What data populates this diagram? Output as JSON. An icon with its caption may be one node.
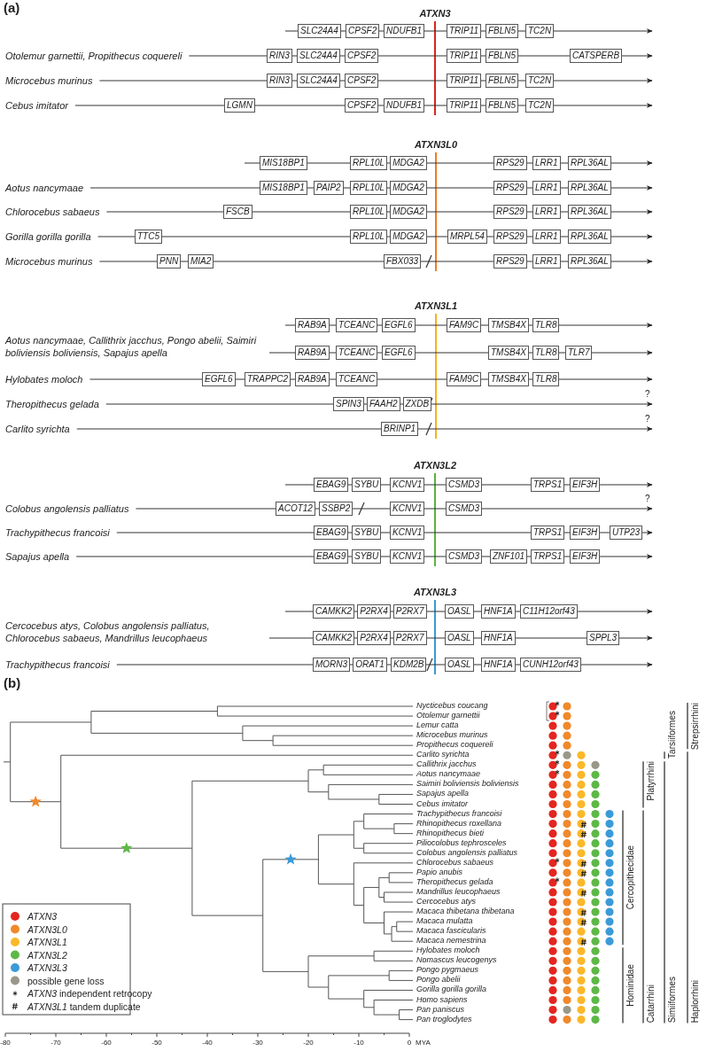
{
  "diagram": {
    "nodes": [
      {
        "text": [
          "SLC24A4"
        ]
      },
      {
        "text": [
          "CPSF2"
        ]
      },
      {
        "text": [
          "NDUFB1"
        ]
      },
      {
        "text": [
          "TRIP11"
        ]
      },
      {
        "text": [
          "FBLN5"
        ]
      },
      {
        "text": [
          "TC2N"
        ]
      },
      {
        "text": [
          "RIN3"
        ]
      },
      {
        "text": [
          "SLC24A4"
        ]
      },
      {
        "text": [
          "CPSF2"
        ]
      },
      {
        "text": [
          "TRIP11"
        ]
      },
      {
        "text": [
          "FBLN5"
        ]
      },
      {
        "text": [
          "CATSPERB"
        ]
      },
      {
        "text": [
          "RIN3"
        ]
      },
      {
        "text": [
          "SLC24A4"
        ]
      },
      {
        "text": [
          "CPSF2"
        ]
      },
      {
        "text": [
          "TRIP11"
        ]
      },
      {
        "text": [
          "FBLN5"
        ]
      },
      {
        "text": [
          "TC2N"
        ]
      },
      {
        "text": [
          "LGMN"
        ]
      },
      {
        "text": [
          "CPSF2"
        ]
      },
      {
        "text": [
          "NDUFB1"
        ]
      },
      {
        "text": [
          "TRIP11"
        ]
      },
      {
        "text": [
          "FBLN5"
        ]
      },
      {
        "text": [
          "TC2N"
        ]
      },
      {
        "text": [
          "MIS18BP1"
        ]
      },
      {
        "text": [
          "RPL10L"
        ]
      },
      {
        "text": [
          "MDGA2"
        ]
      },
      {
        "text": [
          "RPS29"
        ]
      },
      {
        "text": [
          "LRR1"
        ]
      },
      {
        "text": [
          "RPL36AL"
        ]
      },
      {
        "text": [
          "MIS18BP1"
        ]
      },
      {
        "text": [
          "PAIP2"
        ]
      },
      {
        "text": [
          "RPL10L"
        ]
      },
      {
        "text": [
          "MDGA2"
        ]
      },
      {
        "text": [
          "RPS29"
        ]
      },
      {
        "text": [
          "LRR1"
        ]
      },
      {
        "text": [
          "RPL36AL"
        ]
      },
      {
        "text": [
          "FSCB"
        ]
      },
      {
        "text": [
          "RPL10L"
        ]
      },
      {
        "text": [
          "MDGA2"
        ]
      },
      {
        "text": [
          "RPS29"
        ]
      },
      {
        "text": [
          "LRR1"
        ]
      },
      {
        "text": [
          "RPL36AL"
        ]
      },
      {
        "text": [
          "TTC5"
        ]
      },
      {
        "text": [
          "RPL10L"
        ]
      },
      {
        "text": [
          "MDGA2"
        ]
      },
      {
        "text": [
          "MRPL54"
        ]
      },
      {
        "text": [
          "RPS29"
        ]
      },
      {
        "text": [
          "LRR1"
        ]
      },
      {
        "text": [
          "RPL36AL"
        ]
      },
      {
        "text": [
          "PNN"
        ]
      },
      {
        "text": [
          "MIA2"
        ]
      },
      {
        "text": [
          "FBX033"
        ]
      },
      {
        "text": [
          "RPS29"
        ]
      },
      {
        "text": [
          "LRR1"
        ]
      },
      {
        "text": [
          "RPL36AL"
        ]
      },
      {
        "text": [
          "RAB9A"
        ]
      },
      {
        "text": [
          "TCEANC"
        ]
      },
      {
        "text": [
          "EGFL6"
        ]
      },
      {
        "text": [
          "FAM9C"
        ]
      },
      {
        "text": [
          "TMSB4X"
        ]
      },
      {
        "text": [
          "TLR8"
        ]
      },
      {
        "text": [
          "RAB9A"
        ]
      },
      {
        "text": [
          "TCEANC"
        ]
      },
      {
        "text": [
          "EGFL6"
        ]
      },
      {
        "text": [
          "TMSB4X"
        ]
      },
      {
        "text": [
          "TLR8"
        ]
      },
      {
        "text": [
          "TLR7"
        ]
      },
      {
        "text": [
          "EGFL6"
        ]
      },
      {
        "text": [
          "TRAPPC2"
        ]
      },
      {
        "text": [
          "RAB9A"
        ]
      },
      {
        "text": [
          "TCEANC"
        ]
      },
      {
        "text": [
          "FAM9C"
        ]
      },
      {
        "text": [
          "TMSB4X"
        ]
      },
      {
        "text": [
          "TLR8"
        ]
      },
      {
        "text": [
          "SPIN3"
        ]
      },
      {
        "text": [
          "FAAH2"
        ]
      },
      {
        "text": [
          "ZXDB"
        ]
      },
      {
        "text": [
          "BRINP1"
        ]
      },
      {
        "text": [
          "EBAG9"
        ]
      },
      {
        "text": [
          "SYBU"
        ]
      },
      {
        "text": [
          "KCNV1"
        ]
      },
      {
        "text": [
          "CSMD3"
        ]
      },
      {
        "text": [
          "TRPS1"
        ]
      },
      {
        "text": [
          "EIF3H"
        ]
      },
      {
        "text": [
          "ACOT12"
        ]
      },
      {
        "text": [
          "SSBP2"
        ]
      },
      {
        "text": [
          "KCNV1"
        ]
      },
      {
        "text": [
          "CSMD3"
        ]
      },
      {
        "text": [
          "EBAG9"
        ]
      },
      {
        "text": [
          "SYBU"
        ]
      },
      {
        "text": [
          "KCNV1"
        ]
      },
      {
        "text": [
          "TRPS1"
        ]
      },
      {
        "text": [
          "EIF3H"
        ]
      },
      {
        "text": [
          "UTP23"
        ]
      },
      {
        "text": [
          "EBAG9"
        ]
      },
      {
        "text": [
          "SYBU"
        ]
      },
      {
        "text": [
          "KCNV1"
        ]
      },
      {
        "text": [
          "CSMD3"
        ]
      },
      {
        "text": [
          "ZNF101"
        ]
      },
      {
        "text": [
          "TRPS1"
        ]
      },
      {
        "text": [
          "EIF3H"
        ]
      },
      {
        "text": [
          "CAMKK2"
        ]
      },
      {
        "text": [
          "P2RX4"
        ]
      },
      {
        "text": [
          "P2RX7"
        ]
      },
      {
        "text": [
          "OASL"
        ]
      },
      {
        "text": [
          "HNF1A"
        ]
      },
      {
        "text": [
          "C11H12orf43"
        ]
      },
      {
        "text": [
          "CAMKK2"
        ]
      },
      {
        "text": [
          "P2RX4"
        ]
      },
      {
        "text": [
          "P2RX7"
        ]
      },
      {
        "text": [
          "OASL"
        ]
      },
      {
        "text": [
          "HNF1A"
        ]
      },
      {
        "text": [
          "SPPL3"
        ]
      },
      {
        "text": [
          "MORN3"
        ]
      },
      {
        "text": [
          "ORAT1"
        ]
      },
      {
        "text": [
          "KDM2B"
        ]
      },
      {
        "text": [
          "OASL"
        ]
      },
      {
        "text": [
          "HNF1A"
        ]
      },
      {
        "text": [
          "CUNH12orf43"
        ]
      }
    ],
    "labels": [
      "(a)",
      "ATXN3",
      "Otolemur garnettii, Propithecus coquereli",
      "Microcebus murinus",
      "Cebus imitator",
      "ATXN3L0",
      "Aotus nancymaae",
      "Chlorocebus sabaeus",
      "Gorilla gorilla gorilla",
      "Microcebus murinus",
      "ATXN3L1",
      "Aotus nancymaae, Callithrix jacchus, Pongo abelii, Saimiri boliviensis boliviensis, Sapajus apella",
      "Hylobates moloch",
      "Theropithecus gelada",
      "?",
      "Carlito syrichta",
      "?",
      "ATXN3L2",
      "Colobus angolensis palliatus",
      "?",
      "Trachypithecus francoisi",
      "Sapajus apella",
      "ATXN3L3",
      "Cercocebus atys, Colobus angolensis palliatus, Chlorocebus sabaeus, Mandrillus leucophaeus",
      "Trachypithecus francoisi",
      "(b)",
      "Nycticebus coucang",
      "Otolemur garnettii",
      "Lemur catta",
      "Microcebus murinus",
      "Propithecus coquereli",
      "Carlito syrichta",
      "Callithrix jacchus",
      "Aotus nancymaae",
      "Saimiri boliviensis boliviensis",
      "Sapajus apella",
      "Cebus imitator",
      "Trachypithecus francoisi",
      "Rhinopithecus roxellana",
      "Rhinopithecus bieti",
      "Piliocolobus tephrosceles",
      "Colobus angolensis palliatus",
      "Chlorocebus sabaeus",
      "Papio anubis",
      "Theropithecus gelada",
      "Mandrillus leucophaeus",
      "Cercocebus atys",
      "Macaca thibetana thibetana",
      "Macaca mulatta",
      "Macaca fascicularis",
      "Macaca nemestrina",
      "Hylobates moloch",
      "Nomascus leucogenys",
      "Pongo pygmaeus",
      "Pongo abelii",
      "Gorilla gorilla gorilla",
      "Homo sapiens",
      "Pan paniscus",
      "Pan troglodytes",
      "Tarsiiformes",
      "Strepsirrhini",
      "Platyrrhini",
      "Cercopithecidae",
      "Hominidae",
      "Catarrhini",
      "Simiiformes",
      "Haplorrhini",
      "-80",
      "-70",
      "-60",
      "-50",
      "-40",
      "-30",
      "-20",
      "-10",
      "0",
      "MYA"
    ],
    "legend": [
      {
        "text": "ATXN3",
        "color": "#e3261f"
      },
      {
        "text": "ATXN3L0",
        "color": "#f0892a"
      },
      {
        "text": "ATXN3L1",
        "color": "#fbb829"
      },
      {
        "text": "ATXN3L2",
        "color": "#5db847"
      },
      {
        "text": "ATXN3L3",
        "color": "#3b9ad8"
      },
      {
        "text": "possible gene loss",
        "color": "#9a9889"
      },
      {
        "text": "*ATXN3* independent retrocopy"
      },
      {
        "text": "*ATXN3L1* tandem duplicate"
      }
    ]
  }
}
